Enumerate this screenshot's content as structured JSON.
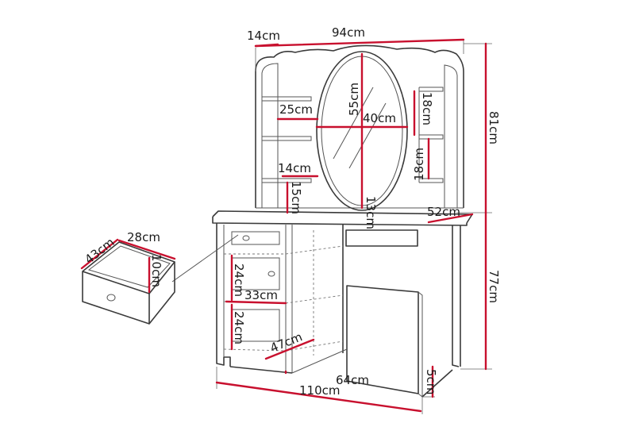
{
  "colors": {
    "dimension": "#c8102e",
    "outline": "#3a3a3a"
  },
  "labels": {
    "top_depth": "14cm",
    "top_width": "94cm",
    "shelf_width": "25cm",
    "mirror_height": "55cm",
    "mirror_width": "40cm",
    "right_shelf_upper": "18cm",
    "right_shelf_lower": "18cm",
    "total_height": "81cm",
    "lower_shelf_depth": "14cm",
    "lower_shelf_height": "15cm",
    "drawer_gap": "13cm",
    "desk_depth": "52cm",
    "drawer_width": "28cm",
    "drawer_depth": "43cm",
    "drawer_height": "10cm",
    "compartment_upper": "24cm",
    "compartment_width": "33cm",
    "compartment_lower": "24cm",
    "bottom_depth": "47cm",
    "desk_height": "77cm",
    "knee_width": "64cm",
    "base_height": "5cm",
    "total_width": "110cm"
  }
}
